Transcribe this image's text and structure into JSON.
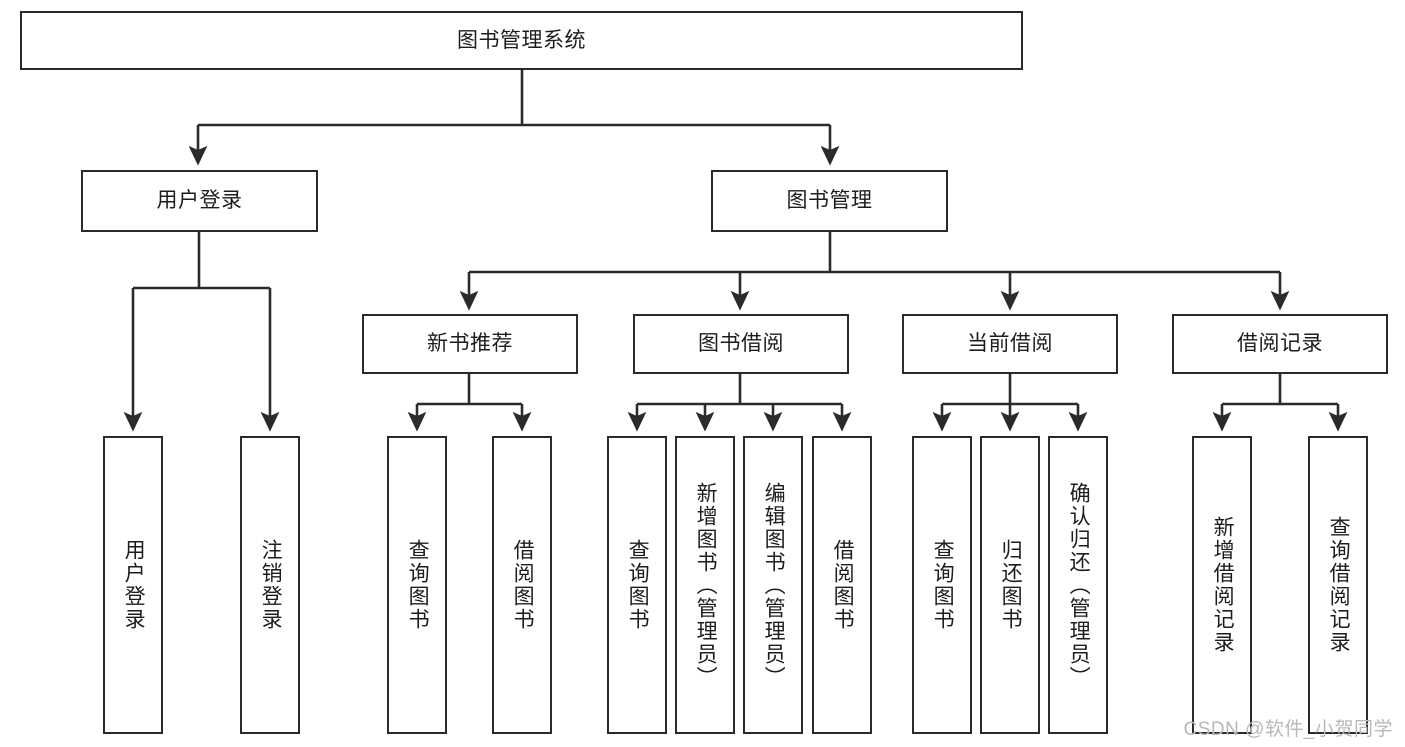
{
  "diagram": {
    "type": "tree-hierarchy-diagram",
    "title": "图书管理系统",
    "watermark": "CSDN @软件_小贺同学",
    "colors": {
      "stroke": "#2b2b2b",
      "fill": "#ffffff",
      "text": "#1d1d1d",
      "watermark": "#b8b8b8"
    },
    "levels": {
      "root": {
        "id": "root",
        "label": "图书管理系统"
      },
      "level2": [
        {
          "id": "user-login",
          "label": "用户登录"
        },
        {
          "id": "book-manage",
          "label": "图书管理"
        }
      ],
      "level3": [
        {
          "id": "new-book-recommend",
          "label": "新书推荐",
          "parent": "book-manage"
        },
        {
          "id": "book-borrow",
          "label": "图书借阅",
          "parent": "book-manage"
        },
        {
          "id": "current-borrow",
          "label": "当前借阅",
          "parent": "book-manage"
        },
        {
          "id": "borrow-record",
          "label": "借阅记录",
          "parent": "book-manage"
        }
      ],
      "leaves": [
        {
          "id": "leaf-user-login",
          "label": "用户登录",
          "parent": "user-login"
        },
        {
          "id": "leaf-user-logout",
          "label": "注销登录",
          "parent": "user-login"
        },
        {
          "id": "leaf-query-book-1",
          "label": "查询图书",
          "parent": "new-book-recommend"
        },
        {
          "id": "leaf-borrow-book-1",
          "label": "借阅图书",
          "parent": "new-book-recommend"
        },
        {
          "id": "leaf-query-book-2",
          "label": "查询图书",
          "parent": "book-borrow"
        },
        {
          "id": "leaf-add-book",
          "label": "新增图书（管理员）",
          "parent": "book-borrow"
        },
        {
          "id": "leaf-edit-book",
          "label": "编辑图书（管理员）",
          "parent": "book-borrow"
        },
        {
          "id": "leaf-borrow-book-2",
          "label": "借阅图书",
          "parent": "book-borrow"
        },
        {
          "id": "leaf-query-book-3",
          "label": "查询图书",
          "parent": "current-borrow"
        },
        {
          "id": "leaf-return-book",
          "label": "归还图书",
          "parent": "current-borrow"
        },
        {
          "id": "leaf-confirm-return",
          "label": "确认归还（管理员）",
          "parent": "current-borrow"
        },
        {
          "id": "leaf-add-record",
          "label": "新增借阅记录",
          "parent": "borrow-record"
        },
        {
          "id": "leaf-query-record",
          "label": "查询借阅记录",
          "parent": "borrow-record"
        }
      ]
    }
  }
}
